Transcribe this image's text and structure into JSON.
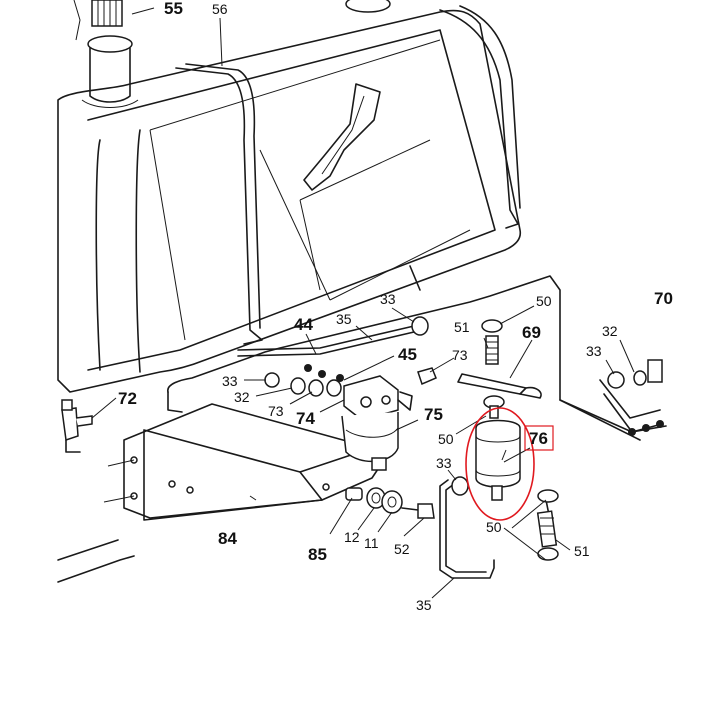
{
  "callouts": [
    {
      "id": "c55",
      "text": "55",
      "bold": true
    },
    {
      "id": "c56",
      "text": "56",
      "bold": false
    },
    {
      "id": "c33a",
      "text": "33",
      "bold": false
    },
    {
      "id": "c50a",
      "text": "50",
      "bold": false
    },
    {
      "id": "c70",
      "text": "70",
      "bold": true
    },
    {
      "id": "c35a",
      "text": "35",
      "bold": false
    },
    {
      "id": "c51a",
      "text": "51",
      "bold": false
    },
    {
      "id": "c69",
      "text": "69",
      "bold": true
    },
    {
      "id": "c44",
      "text": "44",
      "bold": true
    },
    {
      "id": "c45",
      "text": "45",
      "bold": true
    },
    {
      "id": "c73a",
      "text": "73",
      "bold": false
    },
    {
      "id": "c32a",
      "text": "32",
      "bold": false
    },
    {
      "id": "c33b",
      "text": "33",
      "bold": false
    },
    {
      "id": "c72",
      "text": "72",
      "bold": true
    },
    {
      "id": "c33c",
      "text": "33",
      "bold": false
    },
    {
      "id": "c32b",
      "text": "32",
      "bold": false
    },
    {
      "id": "c73b",
      "text": "73",
      "bold": false
    },
    {
      "id": "c74",
      "text": "74",
      "bold": true
    },
    {
      "id": "c75",
      "text": "75",
      "bold": true
    },
    {
      "id": "c76",
      "text": "76",
      "bold": true
    },
    {
      "id": "c50b",
      "text": "50",
      "bold": false
    },
    {
      "id": "c33d",
      "text": "33",
      "bold": false
    },
    {
      "id": "c84",
      "text": "84",
      "bold": true
    },
    {
      "id": "c85",
      "text": "85",
      "bold": true
    },
    {
      "id": "c12",
      "text": "12",
      "bold": false
    },
    {
      "id": "c11",
      "text": "11",
      "bold": false
    },
    {
      "id": "c52",
      "text": "52",
      "bold": false
    },
    {
      "id": "c50c",
      "text": "50",
      "bold": false
    },
    {
      "id": "c51b",
      "text": "51",
      "bold": false
    },
    {
      "id": "c35b",
      "text": "35",
      "bold": false
    }
  ],
  "highlight": {
    "part": "76",
    "color": "#e0191f"
  }
}
